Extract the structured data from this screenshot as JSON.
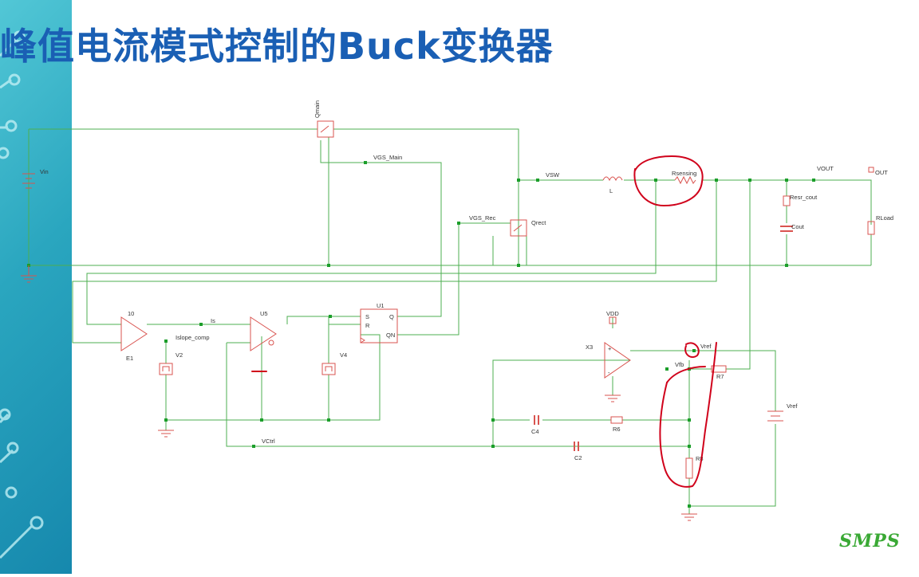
{
  "slide": {
    "title": "峰值电流模式控制的Buck变换器"
  },
  "colors": {
    "sidebar": "#2aa6bf",
    "title": "#1a5fb4",
    "wire": "#4caf50",
    "component": "#d9534f",
    "annotation": "#d0021b",
    "logo": "#3aa935"
  },
  "schematic": {
    "labels": {
      "vin": "Vin",
      "qmain": "Qmain",
      "vgs_main": "VGS_Main",
      "vsw": "VSW",
      "l": "L",
      "rsensing": "Rsensing",
      "vout": "VOUT",
      "out": "OUT",
      "resr_cout": "Resr_cout",
      "cout": "Cout",
      "rload": "RLoad",
      "vgs_rec": "VGS_Rec",
      "qrect": "Qrect",
      "gain": "10",
      "e1": "E1",
      "is": "Is",
      "islope_comp": "Islope_comp",
      "v2": "V2",
      "u5": "U5",
      "u1": "U1",
      "s": "S",
      "r": "R",
      "q": "Q",
      "qn": "QN",
      "v4": "V4",
      "vdd": "VDD",
      "x3": "X3",
      "plus": "+",
      "minus": "-",
      "vref_node": "Vref",
      "vfb": "Vfb",
      "r7": "R7",
      "vref_src": "Vref",
      "c4": "C4",
      "r6": "R6",
      "vctrl": "VCtrl",
      "c2": "C2",
      "r8": "R8"
    }
  },
  "logo": {
    "text": "SMPS"
  }
}
